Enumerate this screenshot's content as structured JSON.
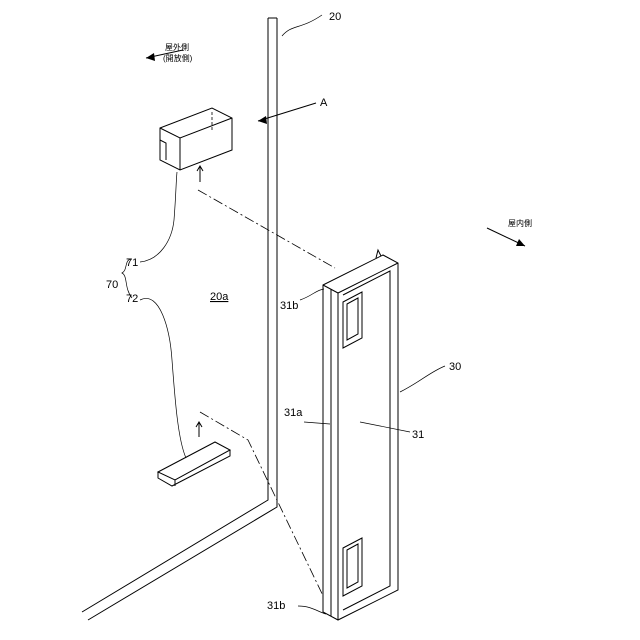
{
  "labels": {
    "door_20": "20",
    "view_a": "A",
    "outdoor_side": "屋外側",
    "outdoor_side_open": "(開放側)",
    "indoor_side": "屋内側",
    "group_70": "70",
    "part_71": "71",
    "part_72": "72",
    "surface_20a": "20a",
    "edge_31b_top": "31b",
    "edge_31b_bottom": "31b",
    "side_31a": "31a",
    "body_31": "31",
    "assembly_30": "30"
  }
}
